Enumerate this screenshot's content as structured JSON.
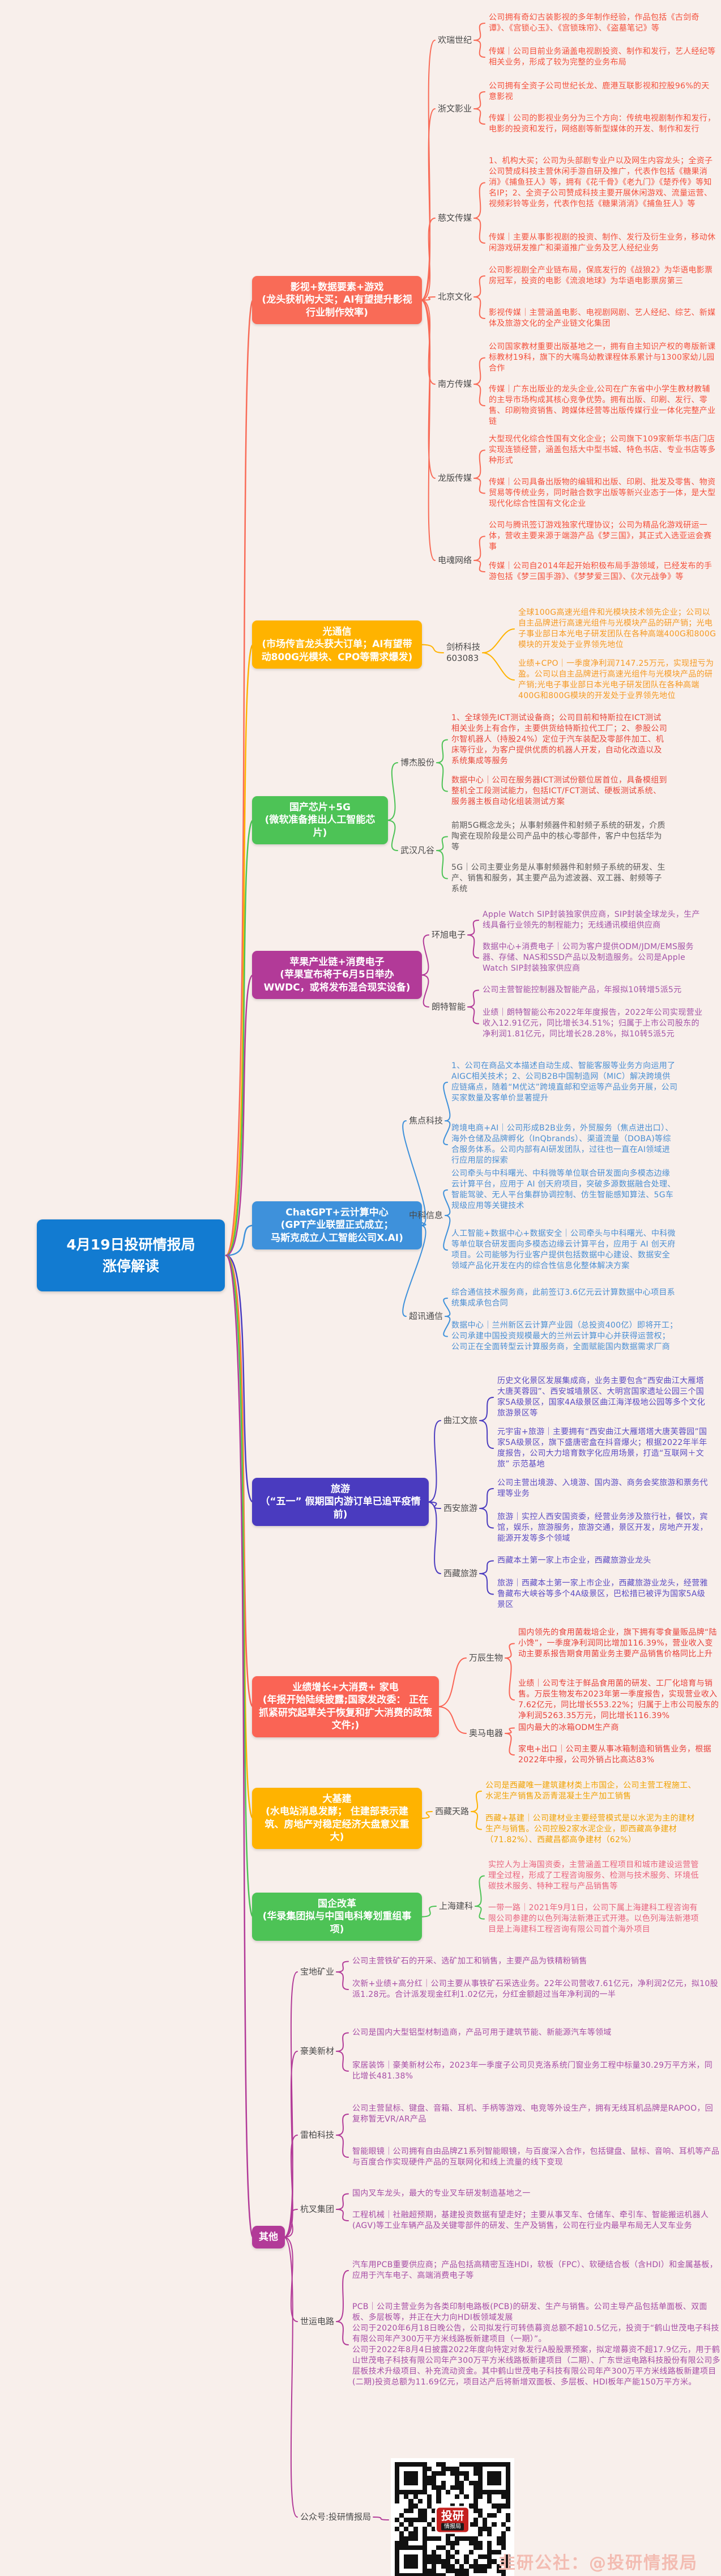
{
  "title": {
    "line1": "4月19日投研情报局",
    "line2": "涨停解读"
  },
  "watermark": "韭研公社：@投研情报局",
  "qr": {
    "badge_top": "投研",
    "badge_bottom": "情报局"
  },
  "colors": {
    "background": "#f8efeb",
    "central": "#127bd1"
  },
  "branches": [
    {
      "id": "film",
      "color": "#f96b57",
      "leaf_color": "#f4503c",
      "label": "影视+数据要素+游戏\n(龙头获机构大买；AI有望提升影视行业制作效率)",
      "children": [
        {
          "label": "欢瑞世纪",
          "leaves": [
            "公司拥有奇幻古装影视的多年制作经验，作品包括《古剑奇谭》、《宫锁心玉》、《宫锁珠帘》、《盗墓笔记》等",
            "传媒｜公司目前业务涵盖电视剧投资、制作和发行，艺人经纪等相关业务，形成了较为完整的业务布局"
          ]
        },
        {
          "label": "浙文影业",
          "leaves": [
            "公司拥有全资子公司世纪长龙、鹿港互联影视和控股96%的天意影视",
            "传媒｜公司的影视业务分为三个方向：传统电视剧制作和发行，电影的投资和发行，网络剧等新型媒体的开发、制作和发行"
          ]
        },
        {
          "label": "慈文传媒",
          "leaves": [
            "1、机构大买；公司为头部剧专业户以及网生内容龙头；全资子公司赞成科技主营休闲手游自研及推广，代表作包括《糖果消消》《捕鱼狂人》等，拥有《花千骨》《老九门》《楚乔传》等知名IP；2、全资子公司赞成科技主要开展休闲游戏、流量运营、视频彩铃等业务，代表作包括《糖果消消》《捕鱼狂人》等",
            "传媒｜主要从事影视剧的投资、制作、发行及衍生业务，移动休闲游戏研发推广和渠道推广业务及艺人经纪业务"
          ]
        },
        {
          "label": "北京文化",
          "leaves": [
            "公司影视剧全产业链布局，保底发行的《战狼2》为华语电影票房冠军，投资的电影《流浪地球》为华语电影票房第三",
            "影视传媒｜主营涵盖电影、电视剧网剧、艺人经纪、综艺、新媒体及旅游文化的全产业链文化集团"
          ]
        },
        {
          "label": "南方传媒",
          "leaves": [
            "公司国家教材重要出版基地之一，拥有自主知识产权的粤版新课标教材19科，旗下的大嘴鸟幼教课程体系累计与1300家幼儿园合作",
            "传媒｜广东出版业的龙头企业,公司在广东省中小学生教材教辅的主导市场构成其核心竞争优势。拥有出版、印刷、发行、零售、印刷物资销售、跨媒体经营等出版传媒行业一体化完整产业链"
          ]
        },
        {
          "label": "龙版传媒",
          "leaves": [
            "大型现代化综合性国有文化企业；公司旗下109家新华书店门店实现连锁经营，涵盖包括大中型书城、特色书店、专业书店等多种形式",
            "传媒｜公司具备出版物的编辑和出版、印刷、批发及零售、物资贸易等传统业务，同时融合数字出版等新兴业态于一体，是大型现代化综合性国有文化企业"
          ]
        },
        {
          "label": "电魂网络",
          "leaves": [
            "公司与腾讯签订游戏独家代理协议；公司为精品化游戏研运一体，营收主要来源于端游产品《梦三国》，其正式入选亚运会赛事",
            "传媒｜公司自2014年起开始积极布局手游领域，已经发布的手游包括《梦三国手游》、《梦梦爱三国》、《次元战争》等"
          ]
        }
      ]
    },
    {
      "id": "optical",
      "color": "#ffb300",
      "leaf_color": "#f59a23",
      "label": "光通信\n(市场传言龙头获大订单；AI有望带动800G光模块、CPO等需求爆发)",
      "children": [
        {
          "label": "剑桥科技\n603083",
          "leaves": [
            "全球100G高速光组件和光模块技术领先企业；公司以自主品牌进行高速光组件与光模块产品的研产销；光电子事业部日本光电子研发团队在各种高端400G和800G模块的开发处于业界领先地位",
            "业绩+CPO｜一季度净利润7147.25万元，实现扭亏为盈。公司以自主品牌进行高速光组件与光模块产品的研产销;光电子事业部日本光电子研发团队在各种高端400G和800G模块的开发处于业界领先地位"
          ]
        }
      ]
    },
    {
      "id": "chip5g",
      "color": "#4dc356",
      "leaf_color": "#e8483b",
      "label": "国产芯片+5G\n(微软准备推出人工智能芯片)",
      "children": [
        {
          "label": "博杰股份",
          "leaves": [
            "1、全球领先ICT测试设备商；公司目前和特斯拉在ICT测试相关业务上有合作，主要供货给特斯拉代工厂；2、参股公司尔智机器人（持股24%）定位于汽车装配及零部件加工、机床等行业，为客户提供优质的机器人开发，自动化改造以及系统集成等服务",
            "数据中心｜公司在服务器ICT测试份额位居首位，具备模组到整机全工段测试能力，包括ICT/FCT测试、硬板测试系统、服务器主板自动化组装测试方案"
          ]
        },
        {
          "label": "武汉凡谷",
          "leaf_color": "#5a5a5a",
          "leaves": [
            "前期5G概念龙头；从事射频器件和射频子系统的研发，介质陶瓷在现阶段是公司产品中的核心零部件，客户中包括华为等",
            "5G｜公司主要业务是从事射频器件和射频子系统的研发、生产、销售和服务，其主要产品为滤波器、双工器、射频等子系统"
          ]
        }
      ]
    },
    {
      "id": "apple",
      "color": "#b23a98",
      "leaf_color": "#a352a8",
      "label": "苹果产业链+消费电子\n(苹果宣布将于6月5日举办WWDC，或将发布混合现实设备)",
      "children": [
        {
          "label": "环旭电子",
          "leaves": [
            "Apple Watch SIP封装独家供应商，SIP封装全球龙头，生产线具备行业领先的制程能力；无线通讯模组供应商",
            "数据中心+消费电子｜公司为客户提供ODM/JDM/EMS服务器、存储、NAS和SSD产品以及制造服务。公司是Apple Watch SIP封装独家供应商"
          ]
        },
        {
          "label": "朗特智能",
          "leaves": [
            "公司主营智能控制器及智能产品，年报拟10转增5派5元",
            "业绩｜朗特智能公布2022年年度报告，2022年公司实现营业收入12.91亿元，同比增长34.51%；归属于上市公司股东的净利润1.81亿元，同比增长28.28%，拟10转5派5元"
          ]
        }
      ]
    },
    {
      "id": "chatgpt",
      "color": "#3e91db",
      "leaf_color": "#4a8fd4",
      "label": "ChatGPT+云计算中心\n(GPT产业联盟正式成立；\n马斯克成立人工智能公司X.AI)",
      "children": [
        {
          "label": "焦点科技",
          "leaves": [
            "1、公司在商品文本描述自动生成、智能客服等业务方向运用了AIGC相关技术；2、公司B2B中国制造网（MIC）解决跨境供应链痛点，随着“M优达”跨境直邮和空运等产品业务开展，公司买家数量及客单价显著提升",
            "跨境电商+AI｜公司形成B2B业务，外贸服务（焦点进出口）、海外仓储及品牌孵化（InQbrands）、渠道流量（DOBA)等综合服务体系。公司内部有AI研发团队，过往也一直在AI领域进行应用层的探索"
          ]
        },
        {
          "label": "中科信息",
          "leaves": [
            "公司牵头与中科曙光、中科微等单位联合研发面向多模态边缘云计算平台，应用于 AI 创天府项目，突破多源数据融合处理、智能驾驶、无人平台集群协调控制、仿生智能感知算法、5G车规级应用等关键技术",
            "人工智能+数据中心+数据安全｜公司牵头与中科曙光、中科微等单位联合研发面向多模态边缘云计算平台，应用于 AI 创天府项目。公司能够为行业客户提供包括数据中心建设、数据安全领域产品化开发在内的综合性信息化整体解决方案"
          ]
        },
        {
          "label": "超讯通信",
          "leaves": [
            "综合通信技术服务商，此前签订3.6亿元云计算数据中心项目系统集成承包合同",
            "数据中心｜兰州新区云计算产业园（总投资400亿）即将开工；公司承建中国投资规模最大的兰州云计算中心并获得运营权；公司正在全面转型云计算服务商，全面赋能国内数据需求厂商"
          ]
        }
      ]
    },
    {
      "id": "travel",
      "color": "#4a3bbf",
      "leaf_color": "#5b4bc4",
      "label": "旅游\n（“五一” 假期国内游订单已追平疫情前)",
      "children": [
        {
          "label": "曲江文旅",
          "leaves": [
            "历史文化景区发展集成商，业务主要包含“西安曲江大雁塔大唐芙蓉园”、西安城墙景区、大明宫国家遗址公园三个国家5A级景区，国家4A级景区曲江海洋极地公园等多个文化旅游景区等",
            "元宇宙+旅游｜主要拥有“西安曲江大雁塔塔大唐芙蓉园”国家5A级景区，旗下盛唐密盒在抖音爆火；根据2022年半年度报告，公司大力培育数字化应用场景，打造“互联网＋文旅” 示范基地"
          ]
        },
        {
          "label": "西安旅游",
          "leaves": [
            "公司主营出境游、入境游、国内游、商务会奖旅游和票务代理等业务",
            "旅游｜实控人西安国资委，经营业务涉及旅行社，餐饮，宾馆，娱乐，旅游服务，旅游交通，景区开发，房地产开发，能源开发等多个领域"
          ]
        },
        {
          "label": "西藏旅游",
          "leaves": [
            "西藏本土第一家上市企业，西藏旅游业龙头",
            "旅游｜西藏本土第一家上市企业，西藏旅游业龙头，经营雅鲁藏布大峡谷等多个4A级景区，巴松措已被评为国家5A级景区"
          ]
        }
      ]
    },
    {
      "id": "earnings",
      "color": "#fa6455",
      "leaf_color": "#e8413a",
      "label": "业绩增长+大消费+ 家电\n(年报开始陆续披露;国家发改委： 正在抓紧研究起草关于恢复和扩大消费的政策文件;)",
      "children": [
        {
          "label": "万辰生物",
          "leaves": [
            "国内领先的食用菌栽培企业，旗下拥有零食量贩品牌“陆小馋”，一季度净利润同比增加116.39%，营业收入变动主要系报告期食用菌业务主要产品销售价格同比上升",
            "业绩｜公司专注于鲜品食用菌的研发、工厂化培育与销售。万辰生物发布2023年第一季度报告，实现营业收入7.62亿元，同比增长553.22%；归属于上市公司股东的净利润5263.35万元，同比增长116.39%"
          ]
        },
        {
          "label": "奥马电器",
          "leaves": [
            "国内最大的冰箱ODM生产商",
            "家电+出口｜公司主要从事冰箱制造和销售业务，根据2022年中报，公司外销占比高达83%"
          ]
        }
      ]
    },
    {
      "id": "infra",
      "color": "#ffb300",
      "leaf_color": "#f0a202",
      "label": "大基建\n(水电站消息发酵； 住建部表示建筑、房地产对稳定经济大盘意义重大)",
      "children": [
        {
          "label": "西藏天路",
          "leaves": [
            "公司是西藏唯一建筑建材类上市国企，公司主营工程施工、水泥生产销售及沥青混凝土生产加工销售",
            "西藏+基建｜公司建材业主要经营模式是以水泥为主的建材生产与销售。公司控股2家水泥企业，即西藏高争建材（71.82%）、西藏昌都高争建材（62%）"
          ]
        }
      ]
    },
    {
      "id": "soe",
      "color": "#4dc356",
      "leaf_color": "#e9637e",
      "label": "国企改革\n(华录集团拟与中国电科筹划重组事项)",
      "children": [
        {
          "label": "上海建科",
          "leaves": [
            "实控人为上海国资委，主营涵盖工程项目和城市建设运营管理全过程，形成了工程咨询服务、检测与技术服务、环境低碳技术服务、特种工程与产品销售等",
            "一带一路｜2021年9月1日，公司下属上海建科工程咨询有限公司参建的以色列海法新港正式开港。以色列海法新港项目是上海建科工程咨询有限公司首个海外项目"
          ]
        }
      ]
    },
    {
      "id": "others",
      "color": "#b23a98",
      "leaf_color": "#a64ca6",
      "label": "其他",
      "children": [
        {
          "label": "宝地矿业",
          "leaves": [
            "公司主营铁矿石的开采、选矿加工和销售，主要产品为铁精粉销售",
            "次新+业绩+高分红｜公司主要从事铁矿石采选业务。22年公司营收7.61亿元，净利润2亿元，拟10股派1.28元。合计派发现金红利1.02亿元，分红金额超过当年净利润的一半"
          ]
        },
        {
          "label": "豪美新材",
          "leaves": [
            "公司是国内大型铝型材制造商，产品可用于建筑节能、新能源汽车等领域",
            "家居装饰｜豪美新材公布，2023年一季度子公司贝克洛系统门窗业务工程中标量30.29万平方米，同比增长481.38%"
          ]
        },
        {
          "label": "雷柏科技",
          "leaves": [
            "公司主营鼠标、键盘、音箱、耳机、手柄等游戏、电竞等外设生产，拥有无线耳机品牌是RAPOO，回复称暂无VR/AR产品",
            "智能眼镜｜公司拥有自由品牌Z1系列智能眼镜，与百度深入合作，包括键盘、鼠标、音响、耳机等产品与百度合作实现硬件产品的互联网化和线上流量的线下变现"
          ]
        },
        {
          "label": "杭叉集团",
          "leaves": [
            "国内叉车龙头，最大的专业叉车研发制造基地之一",
            "工程机械｜社融超预期，基建投资数据有望走好；主要从事叉车、仓储车、牵引车、智能搬运机器人(AGV)等工业车辆产品及关键零部件的研发、生产及销售，公司在行业内最早布局无人叉车业务"
          ]
        },
        {
          "label": "世运电路",
          "leaves": [
            "汽车用PCB重要供应商；产品包括高精密互连HDI，软板（FPC）、软硬结合板（含HDI）和金属基板，应用于汽车电子、高端消费电子等",
            "PCB｜公司主营业务为各类印制电路板(PCB)的研发、生产与销售。公司主导产品包括单面板、双面板、多层板等，并正在大力向HDI板领域发展\n公司于2020年6月18日晚公告，公司拟发行可转债募资总额不超10.5亿元，投资于“鹤山世茂电子科技有限公司年产300万平方米线路板新建项目（一期）”。\n公司于2022年8月4日披露2022年度向特定对象发行A股股票预案，拟定增募资不超17.9亿元，用于鹤山世茂电子科技有限公司年产300万平方米线路板新建项目（二期）、广东世运电路科技股份有限公司多层板技术升级项目、补充流动资金。其中鹤山世茂电子科技有限公司年产300万平方米线路板新建项目(二期)投资总额为11.69亿元，项目达产后将新增双面板、多层板、HDI板年产能150万平方米。"
          ]
        },
        {
          "label": "公众号:投研情报局",
          "qr": true,
          "leaves": []
        }
      ]
    }
  ]
}
